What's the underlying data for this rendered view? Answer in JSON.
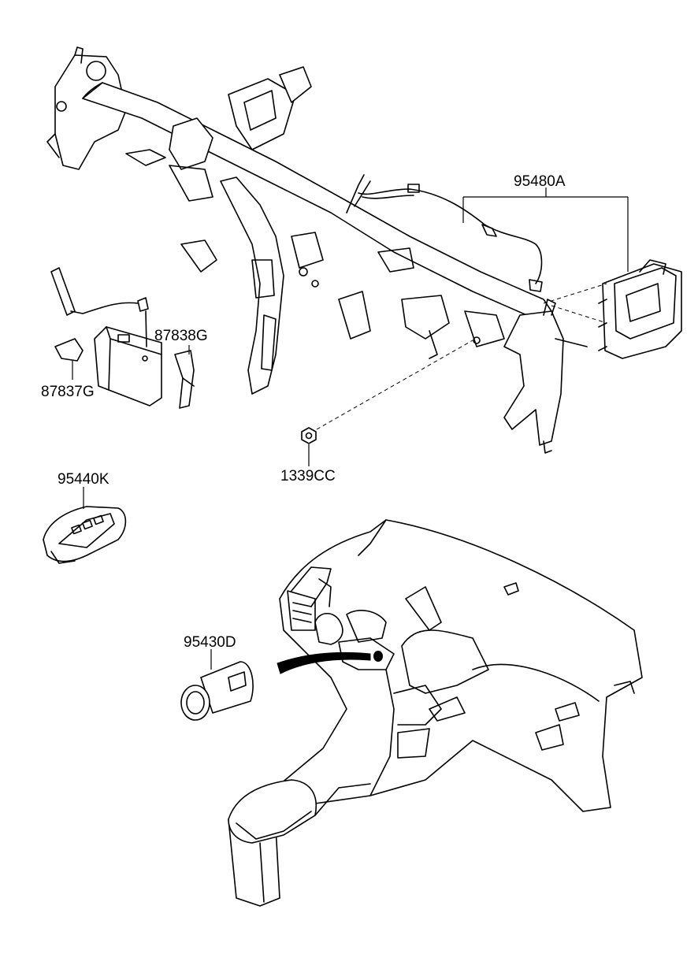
{
  "callouts": {
    "p95480A": "95480A",
    "p87838G": "87838G",
    "p87837G": "87837G",
    "p1339CC": "1339CC",
    "p95440K": "95440K",
    "p95430D": "95430D"
  }
}
